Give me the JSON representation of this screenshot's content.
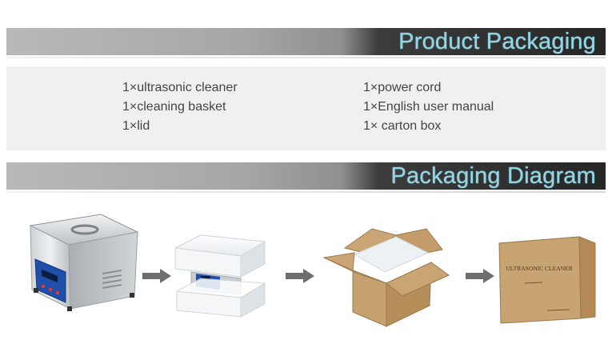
{
  "sections": {
    "product_packaging": {
      "title": "Product Packaging",
      "left_items": [
        "1×ultrasonic cleaner",
        "1×cleaning basket",
        "1×lid"
      ],
      "right_items": [
        "1×power cord",
        "1×English user manual",
        "1× carton box"
      ]
    },
    "packaging_diagram": {
      "title": "Packaging Diagram",
      "box_label": "ULTRASONIC CLEANER"
    }
  },
  "colors": {
    "title_cyan": "#8fd6e6",
    "banner_dark": "#262626",
    "banner_light": "#b9b9b9",
    "panel_bg": "#f0f0f0",
    "arrow": "#6e6e6e",
    "carton": "#c9a473"
  }
}
